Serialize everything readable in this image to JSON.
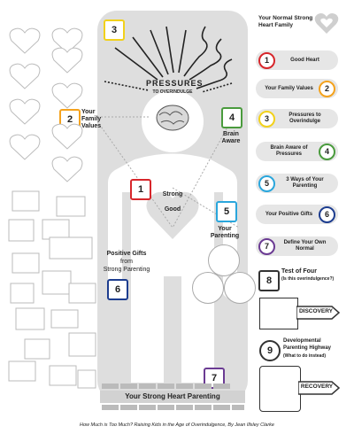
{
  "pressures_title": "PRESSURES",
  "pressures_subtitle": "TO OVERINDULGE",
  "heart_labels": {
    "top": "Strong",
    "bottom": "Good"
  },
  "body_labels": {
    "your_family_values": "Your Family Values",
    "brain_aware": "Brain Aware",
    "your_parenting": "Your Parenting",
    "positive_gifts": "Positive Gifts",
    "from": "from",
    "strong_parenting": "Strong Parenting"
  },
  "base_banner": "Your Strong Heart Parenting",
  "legend_header": "Your Normal Strong Heart Family",
  "legend": [
    {
      "n": "1",
      "text": "Good Heart",
      "color": "#d7262b",
      "side": "left"
    },
    {
      "n": "2",
      "text": "Your Family Values",
      "color": "#f4a21d",
      "side": "right"
    },
    {
      "n": "3",
      "text": "Pressures to Overindulge",
      "color": "#f2d11b",
      "side": "left"
    },
    {
      "n": "4",
      "text": "Brain Aware of Pressures",
      "color": "#4a9b3d",
      "side": "right"
    },
    {
      "n": "5",
      "text": "3 Ways of Your Parenting",
      "color": "#2aa6dc",
      "side": "left"
    },
    {
      "n": "6",
      "text": "Your Positive Gifts",
      "color": "#1d3d8f",
      "side": "right"
    },
    {
      "n": "7",
      "text": "Define Your Own Normal",
      "color": "#6b3b93",
      "side": "left"
    }
  ],
  "item8": {
    "n": "8",
    "title": "Test of Four",
    "subtitle": "(Is this overindulgence?)"
  },
  "discovery": "DISCOVERY",
  "item9": {
    "n": "9",
    "title": "Developmental Parenting Highway",
    "subtitle": "(What to do instead)"
  },
  "recovery": "RECOVERY",
  "footer": "How Much is Too Much? Raising Kids in the Age of Overindulgence, By Jean Illsley Clarke",
  "puzzle_numbers": {
    "p1": "1",
    "p2": "2",
    "p3": "3",
    "p4": "4",
    "p5": "5",
    "p6": "6",
    "p7": "7"
  },
  "colors": {
    "red": "#d7262b",
    "orange": "#f4a21d",
    "yellow": "#f2d11b",
    "green": "#4a9b3d",
    "blue": "#2aa6dc",
    "navy": "#1d3d8f",
    "purple": "#6b3b93",
    "panel": "#dcdcdc"
  }
}
